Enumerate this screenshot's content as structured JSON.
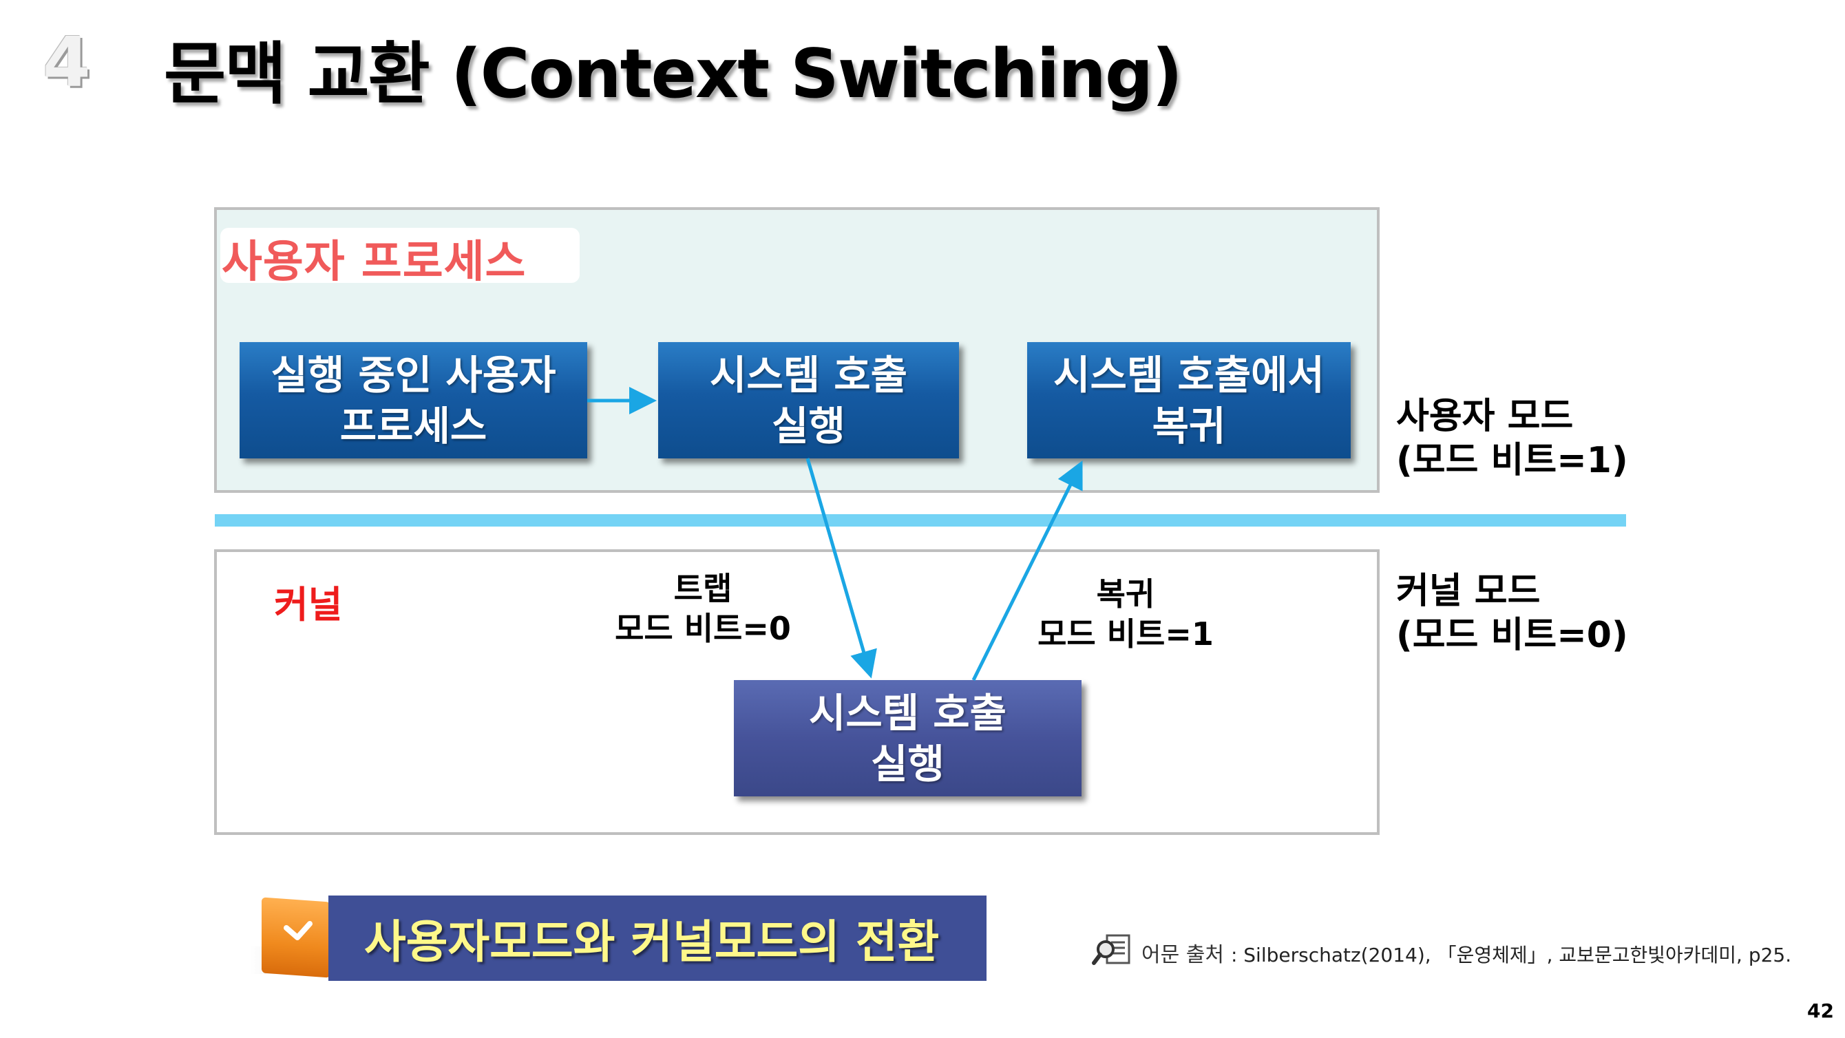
{
  "slide": {
    "number": "4",
    "title": "문맥 교환 (Context Switching)",
    "page_number": "42"
  },
  "diagram": {
    "user_area_label": "사용자 프로세스",
    "kernel_area_label": "커널",
    "boxes": {
      "running_process": "실행 중인 사용자\n프로세스",
      "syscall_invoke": "시스템 호출\n실행",
      "syscall_return": "시스템 호출에서\n복귀",
      "kernel_execute": "시스템 호출\n실행"
    },
    "mode_labels": {
      "user_mode": "사용자 모드\n(모드 비트=1)",
      "kernel_mode": "커널 모드\n(모드 비트=0)"
    },
    "arrow_labels": {
      "trap": "트랩\n모드 비트=0",
      "return": "복귀\n모드 비트=1"
    },
    "colors": {
      "arrow": "#1aa6e4",
      "divider": "#74d3f5",
      "user_box": "#155aa2",
      "kernel_box": "#46539a",
      "user_label": "#f05a5a",
      "kernel_label": "#ee1c1c"
    }
  },
  "footer": {
    "caption": "사용자모드와 커널모드의 전환",
    "source_label": "어문 출처",
    "source_text": ": Silberschatz(2014), 「운영체제」, 교보문고한빛아카데미, p25.",
    "caption_icon": "check-icon",
    "source_icon": "magnifier-document-icon"
  }
}
